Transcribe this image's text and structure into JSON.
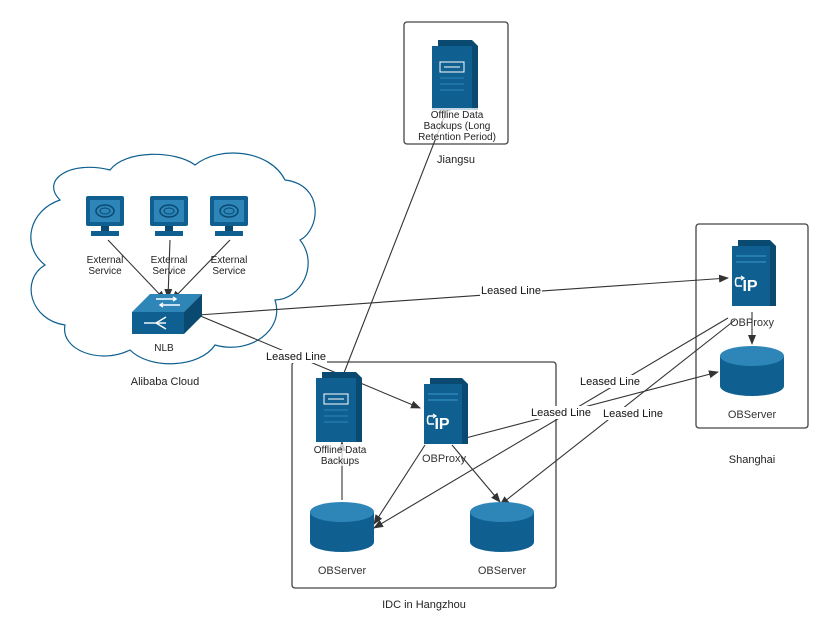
{
  "colors": {
    "device": "#0f6090",
    "device_light": "#2d85b8",
    "device_dark": "#0a4a70",
    "line": "#333333",
    "box_border": "#444444"
  },
  "regions": {
    "alibaba": {
      "title": "Alibaba Cloud"
    },
    "jiangsu": {
      "title": "Jiangsu"
    },
    "shanghai": {
      "title": "Shanghai"
    },
    "hangzhou": {
      "title": "IDC in Hangzhou"
    }
  },
  "nodes": {
    "ext1": {
      "line1": "External",
      "line2": "Service",
      "icon": "monitor-icon"
    },
    "ext2": {
      "line1": "External",
      "line2": "Service",
      "icon": "monitor-icon"
    },
    "ext3": {
      "line1": "External",
      "line2": "Service",
      "icon": "monitor-icon"
    },
    "nlb": {
      "label": "NLB",
      "icon": "load-balancer-icon"
    },
    "jiangsu_backup": {
      "line1": "Offline Data",
      "line2": "Backups (Long",
      "line3": "Retention Period)",
      "icon": "server-icon"
    },
    "hz_backup": {
      "line1": "Offline Data",
      "line2": "Backups",
      "icon": "server-icon"
    },
    "hz_proxy": {
      "label": "OBProxy",
      "icon": "ip-proxy-icon"
    },
    "hz_server1": {
      "label": "OBServer",
      "icon": "database-icon"
    },
    "hz_server2": {
      "label": "OBServer",
      "icon": "database-icon"
    },
    "sh_proxy": {
      "label": "OBProxy",
      "icon": "ip-proxy-icon"
    },
    "sh_server": {
      "label": "OBServer",
      "icon": "database-icon"
    }
  },
  "edges": {
    "nlb_sh": "Leased Line",
    "nlb_hz": "Leased Line",
    "hz_sh_a": "Leased Line",
    "hz_sh_b": "Leased Line",
    "hz_sh_c": "Leased Line"
  },
  "proxy_text": "IP"
}
